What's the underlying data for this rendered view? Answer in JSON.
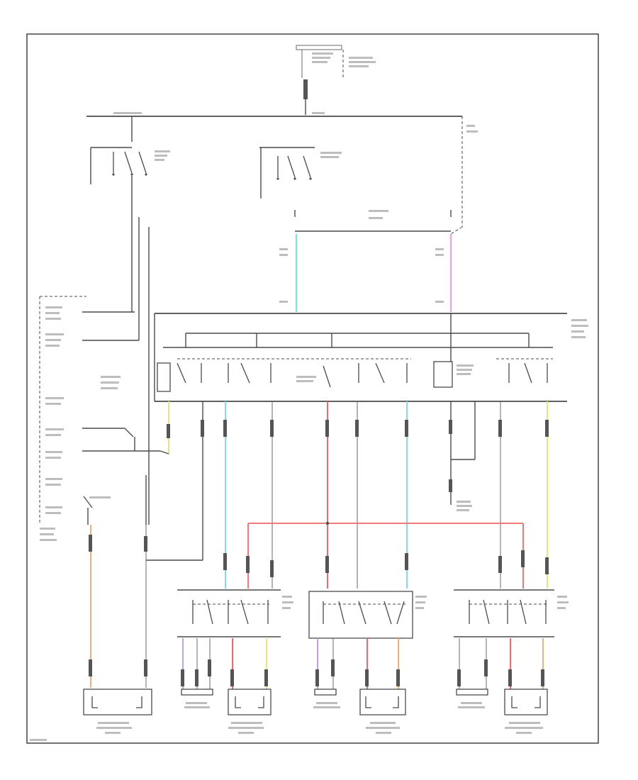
{
  "diagram": {
    "footer_code": "",
    "wire_colors": {
      "light_blue": "#7fe0e0",
      "pink": "#f3a0f0",
      "red": "#f06a6a",
      "yellow": "#e8e870",
      "orange": "#f0b070",
      "violet": "#c0a0f0",
      "black": "#4a4a4a"
    },
    "components": [
      "top-fuse-box",
      "ignition-switch",
      "defogger-switch",
      "door-lock-control-module",
      "left-module-block",
      "front-left-door-switch",
      "front-right-door-switch",
      "rear-left-door-switch",
      "rear-right-door-switch",
      "front-left-lock-actuator",
      "front-right-lock-actuator",
      "rear-left-lock-actuator",
      "rear-right-lock-actuator"
    ],
    "labels": []
  }
}
